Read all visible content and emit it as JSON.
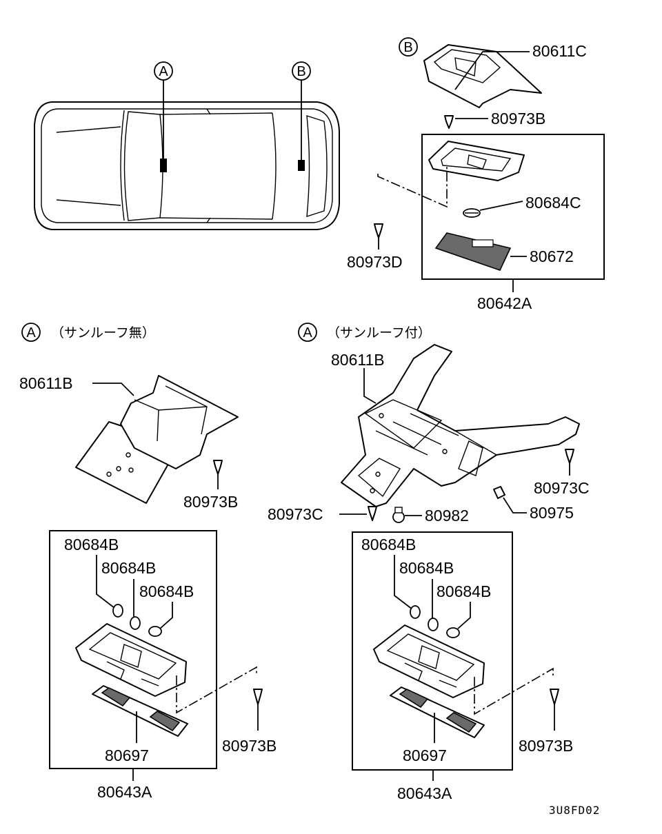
{
  "markers": {
    "a": "A",
    "b": "B"
  },
  "sections": {
    "top_b": {
      "marker": "B"
    },
    "left_a": {
      "marker": "A",
      "caption": "（サンルーフ無）"
    },
    "right_a": {
      "marker": "A",
      "caption": "（サンルーフ付）"
    }
  },
  "parts": {
    "p80611C": "80611C",
    "p80973B_top": "80973B",
    "p80684C": "80684C",
    "p80973D": "80973D",
    "p80672": "80672",
    "p80642A": "80642A",
    "p80611B_left": "80611B",
    "p80973B_left": "80973B",
    "p80611B_right": "80611B",
    "p80973C_right": "80973C",
    "p80973C_left": "80973C",
    "p80982": "80982",
    "p80975": "80975",
    "p80684B_l1": "80684B",
    "p80684B_l2": "80684B",
    "p80684B_l3": "80684B",
    "p80697_left": "80697",
    "p80973B_lbox": "80973B",
    "p80643A_left": "80643A",
    "p80684B_r1": "80684B",
    "p80684B_r2": "80684B",
    "p80684B_r3": "80684B",
    "p80697_right": "80697",
    "p80973B_rbox": "80973B",
    "p80643A_right": "80643A"
  },
  "figure_code": "3U8FD02"
}
